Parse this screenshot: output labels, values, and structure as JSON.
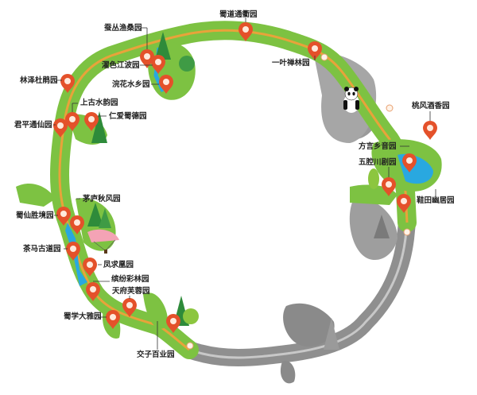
{
  "map": {
    "title": "",
    "colors": {
      "path_green": "#7dc242",
      "path_orange": "#e8a33a",
      "pin": "#e4512a",
      "water": "#29a8e0",
      "gray_zone": "#8c8c8c",
      "dark_green": "#2e8b3a"
    },
    "gardens": [
      {
        "id": "shudao",
        "name": "蜀道通衢园"
      },
      {
        "id": "yiye",
        "name": "一叶禅林园"
      },
      {
        "id": "cancong",
        "name": "蚕丛渔桑园"
      },
      {
        "id": "zhuose",
        "name": "濯色江波园"
      },
      {
        "id": "huanhua",
        "name": "浣花水乡园"
      },
      {
        "id": "linze",
        "name": "林泽杜鹃园"
      },
      {
        "id": "shanggu",
        "name": "上古水韵园"
      },
      {
        "id": "renai",
        "name": "仁爱蜀德园"
      },
      {
        "id": "junping",
        "name": "君平通仙园"
      },
      {
        "id": "taofeng",
        "name": "桃风酒香园"
      },
      {
        "id": "fangyan",
        "name": "方言乡音园"
      },
      {
        "id": "wuqiang",
        "name": "五腔川剧园"
      },
      {
        "id": "xietian",
        "name": "鞋田幽居园"
      },
      {
        "id": "maolu",
        "name": "茅庐秋风园"
      },
      {
        "id": "shuxian",
        "name": "蜀仙胜境园"
      },
      {
        "id": "chama",
        "name": "茶马古道园"
      },
      {
        "id": "fengqiu",
        "name": "凤求凰园"
      },
      {
        "id": "binfen",
        "name": "缤纷彩林园"
      },
      {
        "id": "tianfu",
        "name": "天府芙蓉园"
      },
      {
        "id": "shuxue",
        "name": "蜀学大雅园"
      },
      {
        "id": "jiaozi",
        "name": "交子百业园"
      }
    ],
    "icons": {
      "pin": "map-pin-icon",
      "waypoint": "waypoint-dot-icon",
      "panda": "panda-icon",
      "tree": "tree-icon",
      "paraglider": "paraglider-icon"
    }
  }
}
